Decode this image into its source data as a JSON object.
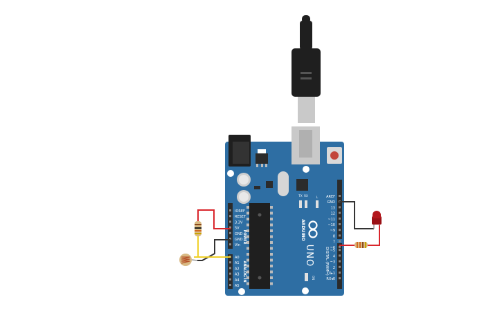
{
  "board": {
    "brand": "ARDUINO",
    "model": "UNO",
    "on_label": "ON",
    "tx_label": "TX",
    "rx_label": "RX",
    "l_label": "L",
    "digital_title": "DIGITAL (PWM~)",
    "analog_title": "ANALOG IN",
    "power_title": "POWER",
    "digital_pins": [
      "AREF",
      "GND",
      "13",
      "12",
      "~11",
      "~10",
      "~9",
      "8",
      "7",
      "~6",
      "~5",
      "4",
      "~3",
      "2",
      "TX▸1",
      "RX◂0"
    ],
    "power_pins": [
      "IOREF",
      "RESET",
      "3.3V",
      "5V",
      "GND",
      "GND",
      "Vin"
    ],
    "analog_pins": [
      "A0",
      "A1",
      "A2",
      "A3",
      "A4",
      "A5"
    ]
  },
  "colors": {
    "board": "#2e6ea3",
    "board_dark": "#1f5786",
    "header": "#2b2b2b",
    "wire_red": "#d9252b",
    "wire_black": "#333333",
    "wire_yellow": "#f0d12a",
    "led": "#b3161c",
    "usb": "#1f1f1f",
    "usb_metal": "#c9c9c9"
  }
}
